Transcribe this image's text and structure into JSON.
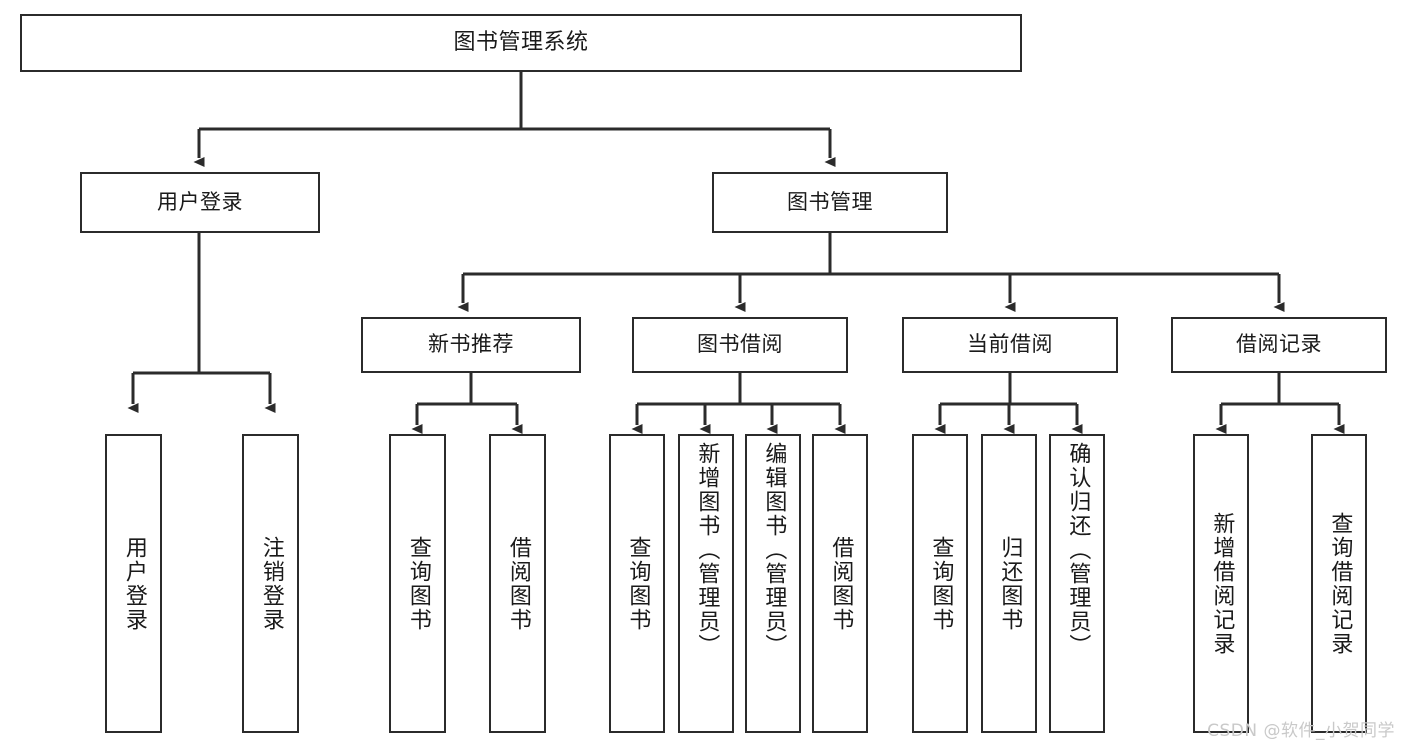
{
  "diagram": {
    "title": "图书管理系统",
    "type": "tree",
    "watermark": "CSDN @软件_小贺同学",
    "colors": {
      "box_border": "#2b2b2b",
      "box_fill": "#ffffff",
      "edge": "#2b2b2b",
      "text": "#1a1a1a",
      "watermark": "#c9c9c9"
    },
    "levels": {
      "root": {
        "label": "图书管理系统"
      },
      "level2": [
        {
          "id": "user-login",
          "label": "用户登录"
        },
        {
          "id": "book-manage",
          "label": "图书管理"
        }
      ],
      "level3": [
        {
          "id": "new-book-recommend",
          "label": "新书推荐",
          "parent": "book-manage"
        },
        {
          "id": "book-borrow",
          "label": "图书借阅",
          "parent": "book-manage"
        },
        {
          "id": "current-borrow",
          "label": "当前借阅",
          "parent": "book-manage"
        },
        {
          "id": "borrow-record",
          "label": "借阅记录",
          "parent": "book-manage"
        }
      ],
      "leaves": [
        {
          "id": "leaf-user-login",
          "label": "用户登录",
          "parent": "user-login"
        },
        {
          "id": "leaf-logout",
          "label": "注销登录",
          "parent": "user-login"
        },
        {
          "id": "leaf-query-book-1",
          "label": "查询图书",
          "parent": "new-book-recommend"
        },
        {
          "id": "leaf-borrow-book-1",
          "label": "借阅图书",
          "parent": "new-book-recommend"
        },
        {
          "id": "leaf-query-book-2",
          "label": "查询图书",
          "parent": "book-borrow"
        },
        {
          "id": "leaf-add-book",
          "label": "新增图书（管理员）",
          "parent": "book-borrow"
        },
        {
          "id": "leaf-edit-book",
          "label": "编辑图书（管理员）",
          "parent": "book-borrow"
        },
        {
          "id": "leaf-borrow-book-2",
          "label": "借阅图书",
          "parent": "book-borrow"
        },
        {
          "id": "leaf-query-book-3",
          "label": "查询图书",
          "parent": "current-borrow"
        },
        {
          "id": "leaf-return-book",
          "label": "归还图书",
          "parent": "current-borrow"
        },
        {
          "id": "leaf-confirm-return",
          "label": "确认归还（管理员）",
          "parent": "current-borrow"
        },
        {
          "id": "leaf-add-record",
          "label": "新增借阅记录",
          "parent": "borrow-record"
        },
        {
          "id": "leaf-query-record",
          "label": "查询借阅记录",
          "parent": "borrow-record"
        }
      ]
    }
  }
}
